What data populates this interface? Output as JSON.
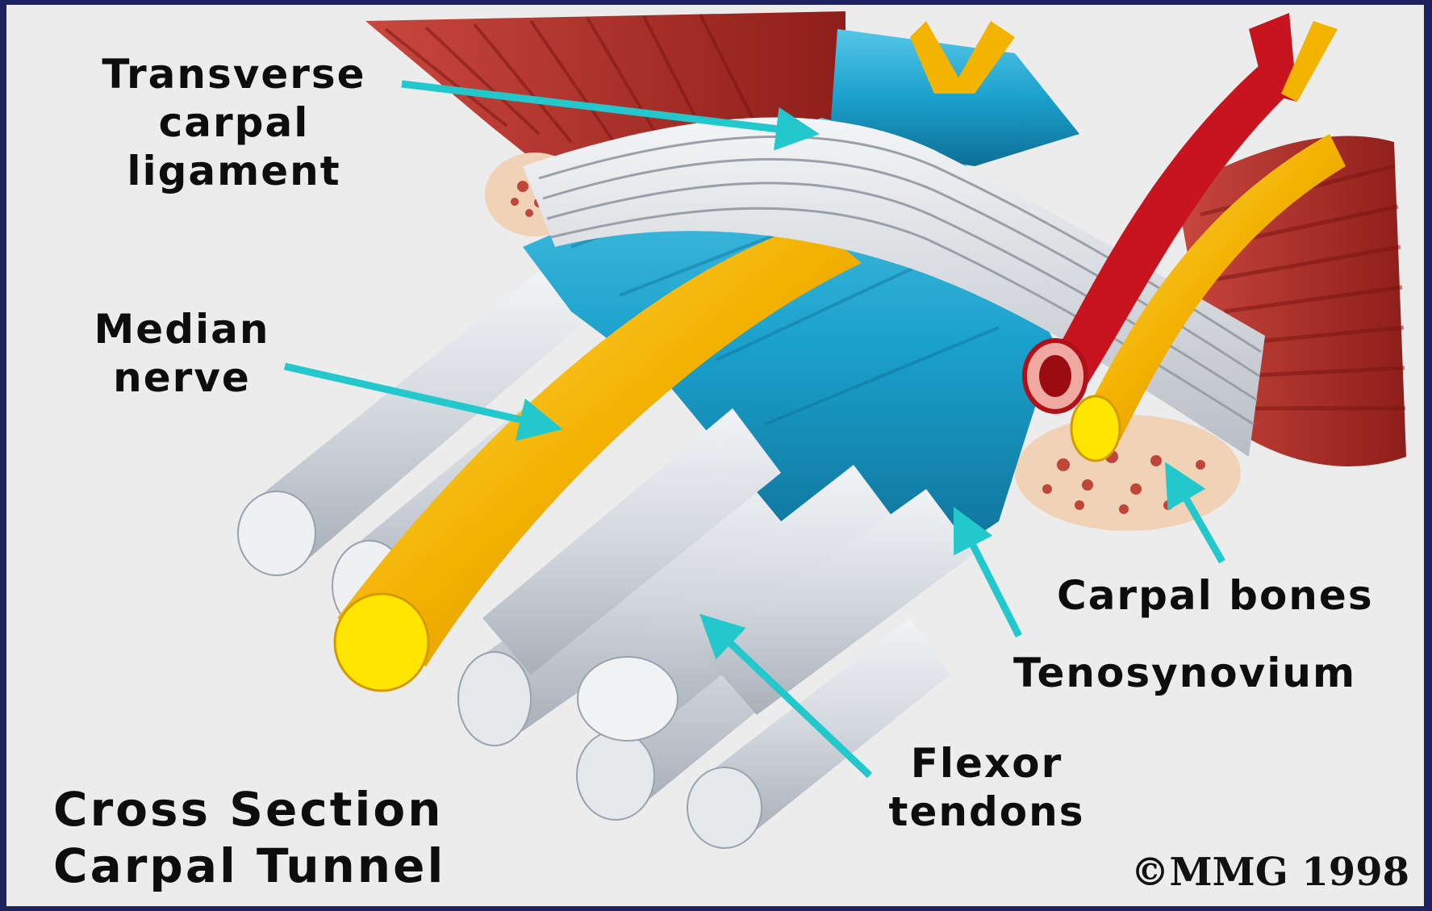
{
  "labels": {
    "transverse_ligament": [
      "Transverse",
      "carpal",
      "ligament"
    ],
    "median_nerve": [
      "Median",
      "nerve"
    ],
    "carpal_bones": "Carpal bones",
    "tenosynovium": "Tenosynovium",
    "flexor_tendons": [
      "Flexor",
      "tendons"
    ]
  },
  "title": [
    "Cross Section",
    "Carpal Tunnel"
  ],
  "copyright": "©MMG 1998",
  "colors": {
    "background": "#ececec",
    "frame": "#1c2160",
    "arrow": "#22c8cc",
    "nerve": "#f5b800",
    "tenosynovium": "#1ea7cf",
    "tendon": "#d4d8de",
    "muscle": "#b8322c",
    "artery": "#c8141e",
    "bone": "#f0d2b6"
  }
}
